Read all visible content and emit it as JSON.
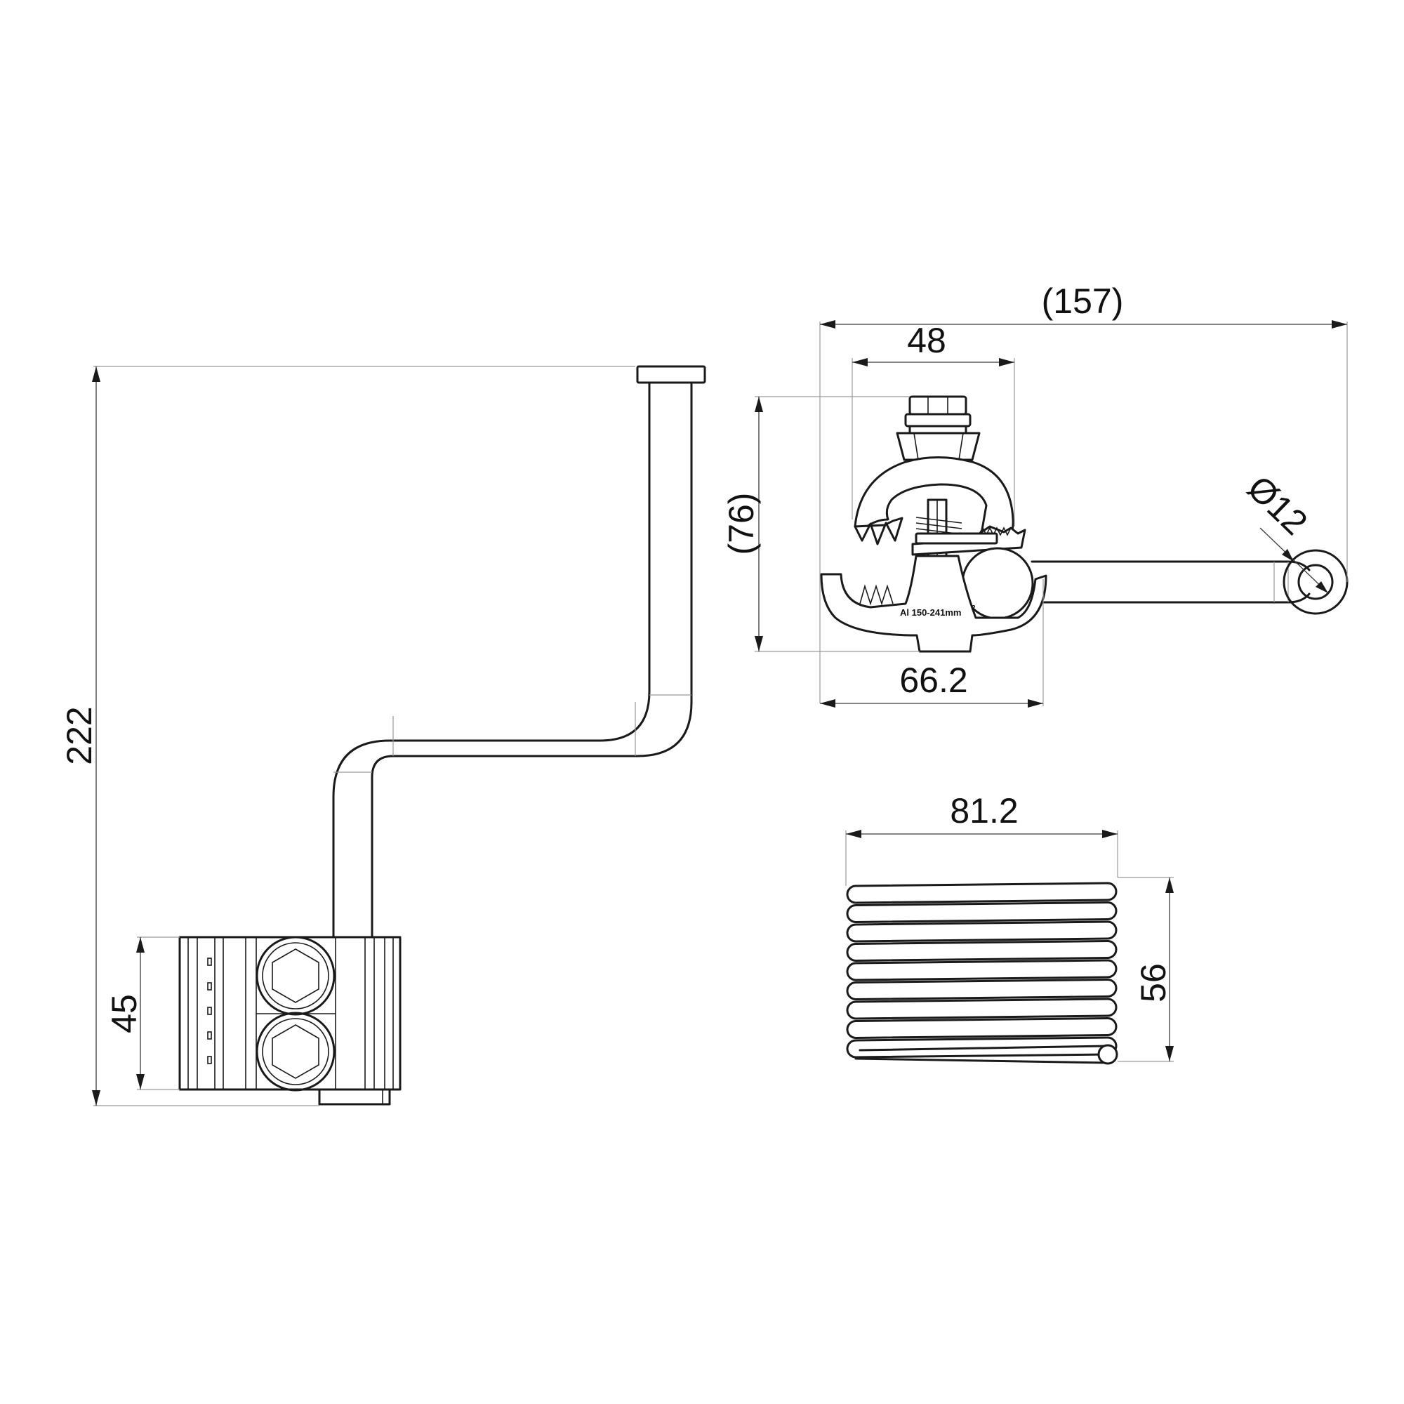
{
  "dimensions": {
    "overall_height": "222",
    "clamp_height": "45",
    "overall_width": "(157)",
    "jaw_opening": "48",
    "clamp_vertical": "(76)",
    "clamp_width": "66.2",
    "rod_diameter": "Ø12",
    "coil_length": "81.2",
    "coil_height": "56"
  },
  "marking": {
    "clamp_label": "Al 150-241mm",
    "clamp_label_sup": "2"
  },
  "style": {
    "line_color": "#1a1a1a",
    "dimension_color": "#3a3a3a",
    "background": "#ffffff"
  }
}
